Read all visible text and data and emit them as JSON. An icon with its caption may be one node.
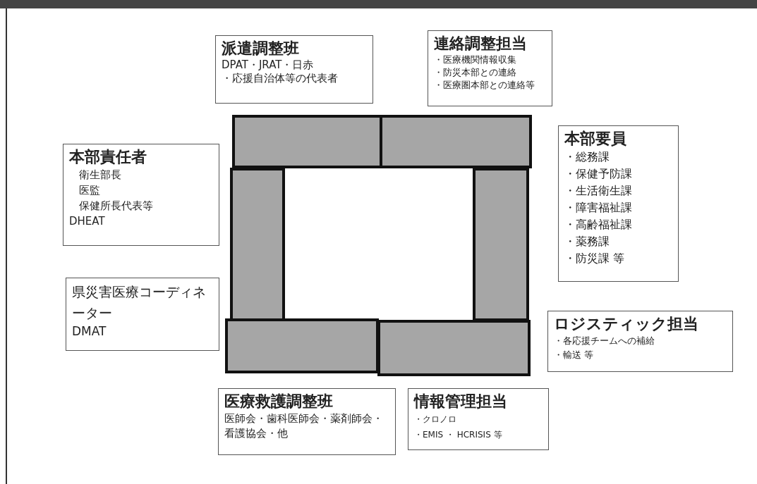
{
  "diagram": {
    "nodes": [
      {
        "text": [
          "派遣調整班",
          "DPAT・JRAT・日赤",
          "・応援自治体等の代表者"
        ]
      },
      {
        "text": [
          "連絡調整担当",
          "・医療機関情報収集",
          "・防災本部との連絡",
          "・医療圏本部との連絡等"
        ]
      },
      {
        "text": [
          "本部責任者",
          "衛生部長",
          "医監",
          "保健所長代表等",
          "DHEAT"
        ]
      },
      {
        "text": [
          "本部要員",
          "・総務課",
          "・保健予防課",
          "・生活衛生課",
          "・障害福祉課",
          "・高齢福祉課",
          "・薬務課",
          "・防災課 等"
        ]
      },
      {
        "text": [
          "県災害医療コーディネーター",
          "DMAT"
        ]
      },
      {
        "text": [
          "ロジスティック担当",
          "・各応援チームへの補給",
          "・輸送 等"
        ]
      },
      {
        "text": [
          "医療救護調整班",
          "医師会・歯科医師会・薬剤師会・看護協会・他"
        ]
      },
      {
        "text": [
          "情報管理担当",
          "・クロノロ",
          "・EMIS ・ HCRISIS 等"
        ]
      }
    ]
  }
}
